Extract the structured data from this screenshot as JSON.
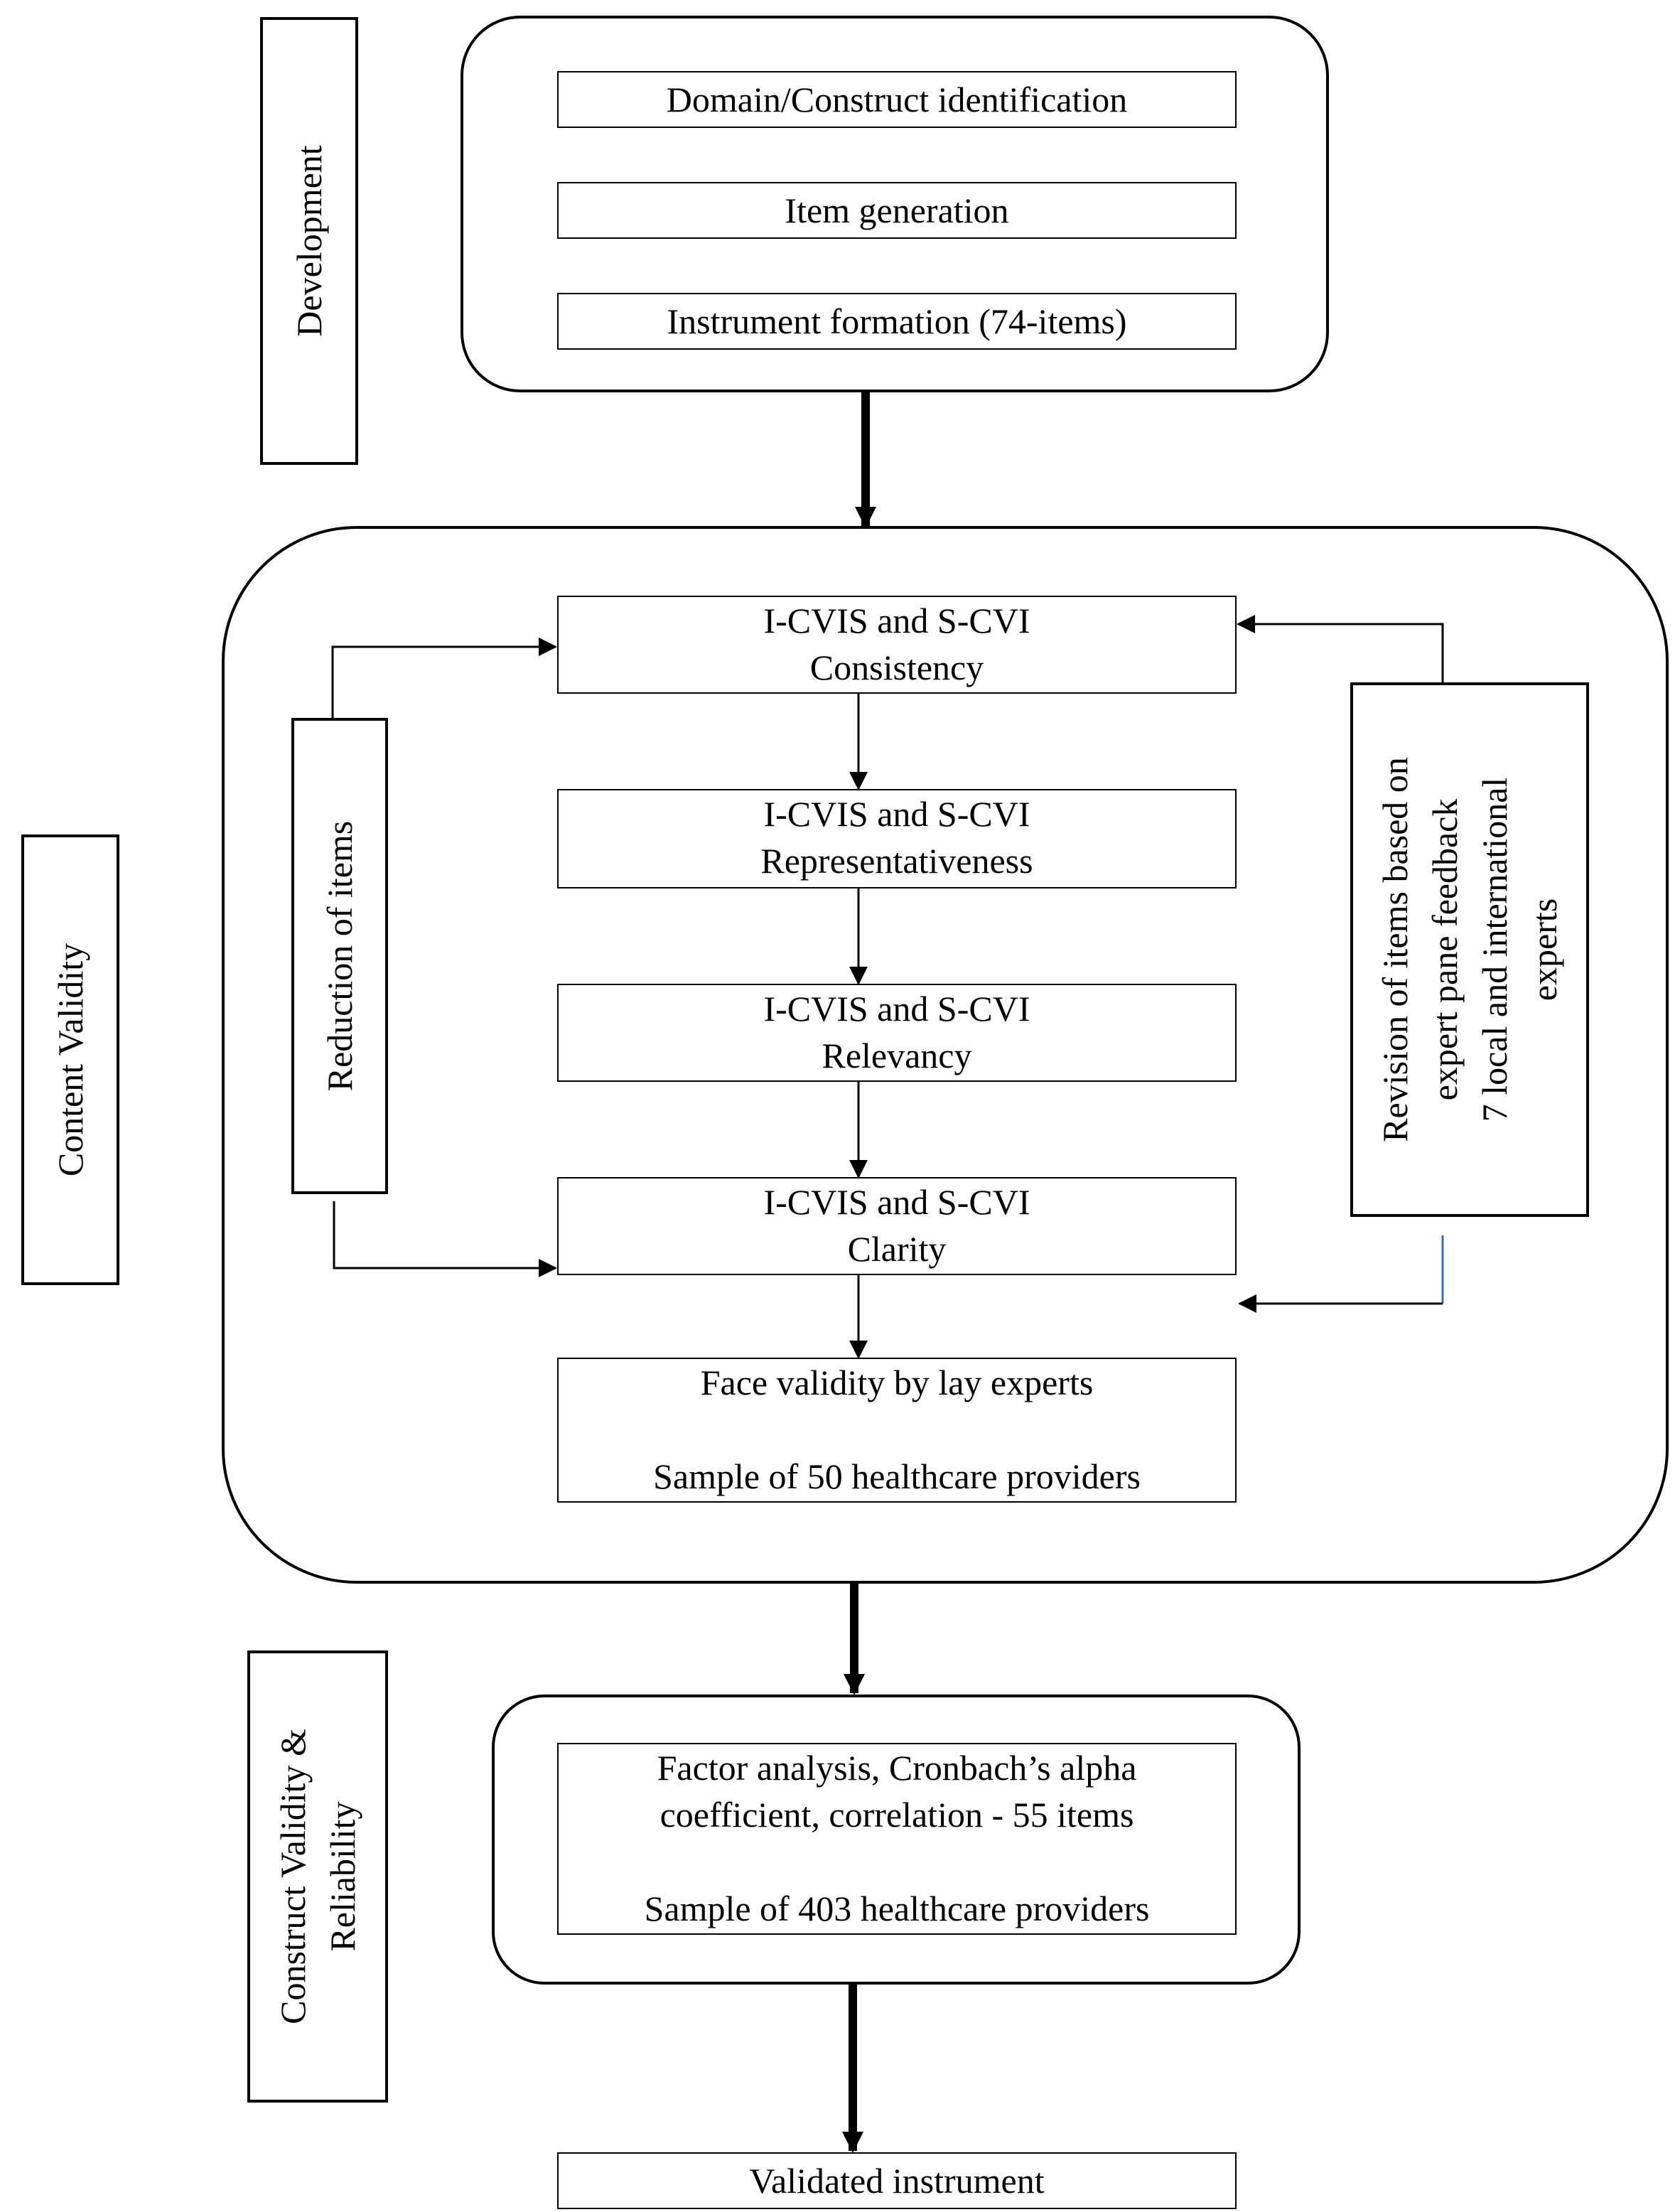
{
  "stages": {
    "development": "Development",
    "content_validity": "Content Validity",
    "construct_validity_l1": "Construct Validity &",
    "construct_validity_l2": "Reliability"
  },
  "development": {
    "domain": "Domain/Construct identification",
    "item_generation": "Item generation",
    "instrument_formation": "Instrument formation (74-items)"
  },
  "content": {
    "consistency": {
      "l1": "I-CVIS and S-CVI",
      "l2": "Consistency"
    },
    "representativeness": {
      "l1": "I-CVIS and S-CVI",
      "l2": "Representativeness"
    },
    "relevancy": {
      "l1": "I-CVIS and S-CVI",
      "l2": "Relevancy"
    },
    "clarity": {
      "l1": "I-CVIS and S-CVI",
      "l2": "Clarity"
    },
    "face_validity": {
      "l1": "Face validity by lay experts",
      "l2": "Sample of 50 healthcare providers"
    },
    "reduction": "Reduction of items",
    "revision": {
      "l1": "Revision of items based on",
      "l2": "expert pane feedback",
      "l3": "7 local and international",
      "l4": "experts"
    }
  },
  "construct": {
    "l1": "Factor analysis, Cronbach’s alpha",
    "l2": "coefficient, correlation - 55 items",
    "l3": "Sample of 403 healthcare providers"
  },
  "final": "Validated instrument",
  "colors": {
    "feedback_line": "#2e75b6"
  }
}
